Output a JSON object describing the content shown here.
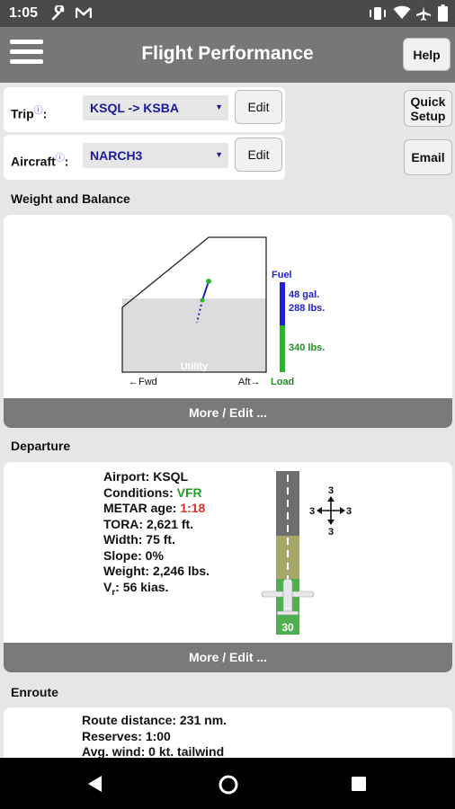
{
  "status_bar": {
    "time": "1:05",
    "icons": [
      "wrench-icon",
      "gmail-icon",
      "vibrate-icon",
      "wifi-icon",
      "airplane-icon",
      "battery-icon"
    ]
  },
  "app_bar": {
    "title": "Flight Performance",
    "help_label": "Help"
  },
  "trip": {
    "label": "Trip",
    "info_glyph": "ⓘ",
    "colon": ":",
    "value": "KSQL -> KSBA",
    "edit_label": "Edit"
  },
  "aircraft": {
    "label": "Aircraft",
    "info_glyph": "ⓘ",
    "colon": ":",
    "value": "NARCH3",
    "edit_label": "Edit"
  },
  "side_buttons": {
    "quick_setup_line1": "Quick",
    "quick_setup_line2": "Setup",
    "email": "Email"
  },
  "weight_balance": {
    "header": "Weight and Balance",
    "category": "Utility",
    "fwd_label": "←Fwd",
    "aft_label": "Aft→",
    "fuel_title": "Fuel",
    "fuel_gal": "48 gal.",
    "fuel_lbs": "288 lbs.",
    "load_lbs": "340 lbs.",
    "load_title": "Load",
    "more_label": "More / Edit ...",
    "colors": {
      "fuel": "#2222cc",
      "load": "#2bb52b",
      "envelope_fill": "#dcdcdc"
    }
  },
  "departure": {
    "header": "Departure",
    "airport": "Airport: KSQL",
    "conditions_label": "Conditions: ",
    "conditions_value": "VFR",
    "metar_label": "METAR age: ",
    "metar_value": "1:18",
    "tora": "TORA: 2,621 ft.",
    "width": "Width: 75 ft.",
    "slope": "Slope: 0%",
    "weight": "Weight: 2,246 lbs.",
    "vr_prefix": "V",
    "vr_sub": "r",
    "vr_value": ": 56 kias.",
    "runway_number": "30",
    "wind": {
      "up": "3",
      "down": "3",
      "left": "3",
      "right": "3"
    },
    "more_label": "More / Edit ...",
    "colors": {
      "vfr": "#2a9b2a",
      "metar": "#e0312a",
      "runway_grey": "#6e6e6e",
      "runway_olive": "#a8a76a",
      "runway_green": "#4fae4f"
    }
  },
  "enroute": {
    "header": "Enroute",
    "route_distance": "Route distance: 231 nm.",
    "reserves": "Reserves: 1:00",
    "avg_wind": "Avg. wind: 0 kt. tailwind"
  }
}
